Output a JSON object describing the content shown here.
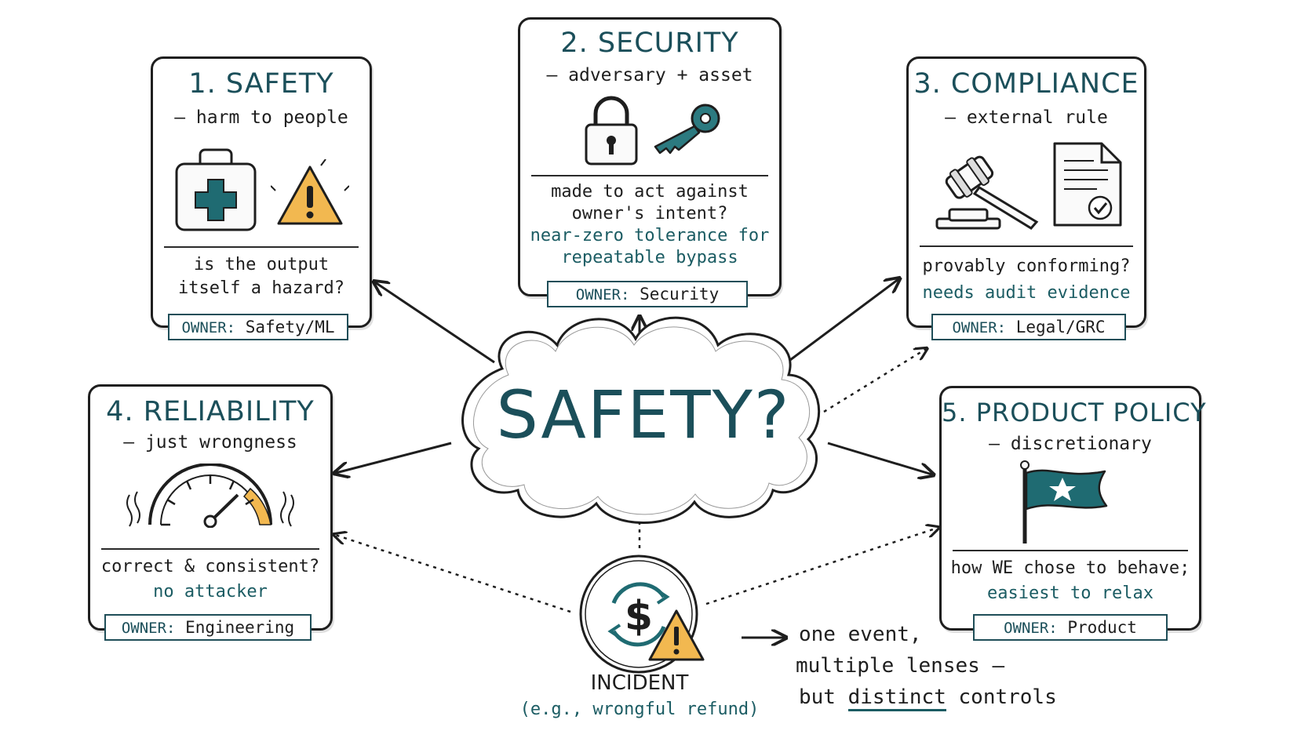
{
  "center": {
    "label": "SAFETY?"
  },
  "cards": [
    {
      "title": "1. SAFETY",
      "subtitle": "— harm to people",
      "question_lines": [
        "is the output",
        "itself a hazard?"
      ],
      "note_lines": [],
      "owner_label": "OWNER:",
      "owner_value": "Safety/ML",
      "icons": [
        "first-aid-kit-icon",
        "warning-icon"
      ]
    },
    {
      "title": "2. SECURITY",
      "subtitle": "— adversary + asset",
      "question_lines": [
        "made to act against",
        "owner's intent?"
      ],
      "note_lines": [
        "near-zero tolerance for",
        "repeatable bypass"
      ],
      "owner_label": "OWNER:",
      "owner_value": "Security",
      "icons": [
        "padlock-icon",
        "key-icon"
      ]
    },
    {
      "title": "3. COMPLIANCE",
      "subtitle": "— external rule",
      "question_lines": [
        "provably conforming?"
      ],
      "note_lines": [
        "needs audit evidence"
      ],
      "owner_label": "OWNER:",
      "owner_value": "Legal/GRC",
      "icons": [
        "gavel-icon",
        "document-check-icon"
      ]
    },
    {
      "title": "4. RELIABILITY",
      "subtitle": "— just wrongness",
      "question_lines": [
        "correct & consistent?"
      ],
      "note_lines": [
        "no attacker"
      ],
      "owner_label": "OWNER:",
      "owner_value": "Engineering",
      "icons": [
        "gauge-icon"
      ]
    },
    {
      "title": "5. PRODUCT POLICY",
      "subtitle": "— discretionary",
      "question_lines": [
        "how WE chose to behave;"
      ],
      "note_lines": [
        "easiest to relax"
      ],
      "owner_label": "OWNER:",
      "owner_value": "Product",
      "icons": [
        "flag-icon"
      ]
    }
  ],
  "incident": {
    "label": "INCIDENT",
    "example": "(e.g., wrongful refund)",
    "icons": [
      "dollar-cycle-icon",
      "warning-icon"
    ]
  },
  "takeaway": {
    "line1": "one event,",
    "line2": "multiple lenses —",
    "line3_pre": "but",
    "line3_emph": "distinct",
    "line3_post": "controls"
  },
  "colors": {
    "teal": "#1b4f5a",
    "teal_light": "#2c7a80",
    "warning": "#f2b850",
    "ink": "#1e1e1e"
  }
}
